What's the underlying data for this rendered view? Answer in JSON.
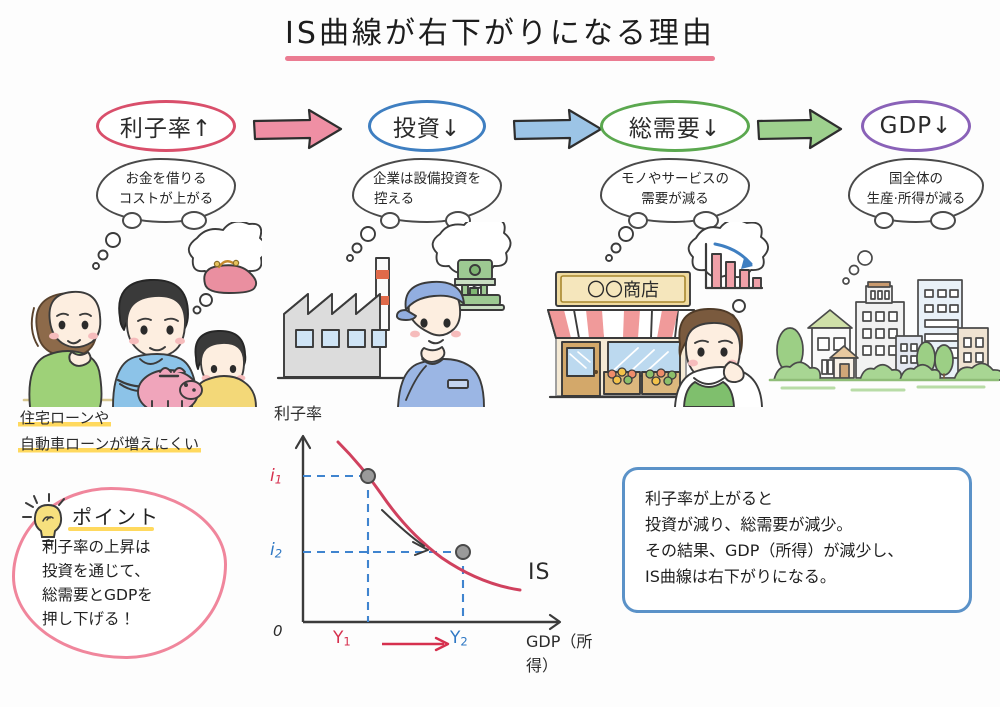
{
  "page": {
    "title": "IS曲線が右下がりになる理由",
    "background_color": "#fdfdfd",
    "title_underline_color": "#e8657f"
  },
  "flow": {
    "steps": [
      {
        "label": "利子率↑",
        "color": "#d94f6b",
        "caption_line1": "お金を借りる",
        "caption_line2": "コストが上がる",
        "illustration": "worried-family-with-wallet-thought"
      },
      {
        "label": "投資↓",
        "color": "#3f7fc1",
        "caption_line1": "企業は設備投資を",
        "caption_line2": "控える",
        "illustration": "factory-and-worker-with-machine-thought"
      },
      {
        "label": "総需要↓",
        "color": "#5ba84f",
        "caption_line1": "モノやサービスの",
        "caption_line2": "需要が減る",
        "illustration": "shop-and-owner-with-declining-chart-thought"
      },
      {
        "label": "GDP↓",
        "color": "#8a62b8",
        "caption_line1": "国全体の",
        "caption_line2": "生産·所得が減る",
        "illustration": "cityscape-houses-buildings-trees"
      }
    ],
    "arrows": [
      {
        "color": "#e8849b"
      },
      {
        "color": "#8db9e0"
      },
      {
        "color": "#86c178"
      }
    ]
  },
  "shop_sign": "〇〇商店",
  "loan_note": {
    "line1": "住宅ローンや",
    "line2": "自動車ローンが増えにくい",
    "highlight_color": "#ffd95e"
  },
  "point_cloud": {
    "icon": "lightbulb-icon",
    "heading": "ポイント",
    "heading_underline_color": "#ffd95e",
    "border_color": "#f0869c",
    "line1": "利子率の上昇は",
    "line2": "投資を通じて、",
    "line3": "総需要とGDPを",
    "line4": "押し下げる！"
  },
  "summary": {
    "border_color": "#5b92c8",
    "line1": "利子率が上がると",
    "line2": "投資が減り、総需要が減少。",
    "line3": "その結果、GDP（所得）が減少し、",
    "line4": "IS曲線は右下がりになる。"
  },
  "chart_data": {
    "type": "line",
    "title": "",
    "curve_name": "IS",
    "ylabel": "利子率",
    "xlabel": "GDP（所得）",
    "origin_label": "0",
    "curve_color": "#d0415e",
    "guide_color": "#3f84cf",
    "point_color": "#6e6e6e",
    "grid": false,
    "legend": "none",
    "xlim": [
      0,
      10
    ],
    "ylim": [
      0,
      10
    ],
    "x": [
      1.0,
      1.6,
      2.4,
      3.4,
      4.6,
      6.0,
      7.4,
      8.8
    ],
    "y": [
      9.2,
      7.6,
      6.3,
      5.3,
      4.5,
      3.9,
      3.4,
      3.0
    ],
    "points": [
      {
        "name": "point-1",
        "x_tick": "Y1",
        "y_tick": "i1",
        "x": 2.4,
        "y": 6.3,
        "x_color": "#d6304e",
        "y_color": "#d6304e"
      },
      {
        "name": "point-2",
        "x_tick": "Y2",
        "y_tick": "i2",
        "x": 6.0,
        "y": 3.9,
        "x_color": "#2f78c4",
        "y_color": "#2f78c4"
      }
    ],
    "tick_labels": {
      "y1": "i",
      "y1_sub": "1",
      "y2": "i",
      "y2_sub": "2",
      "x1": "Y",
      "x1_sub": "1",
      "x2": "Y",
      "x2_sub": "2"
    },
    "annotations": [
      {
        "name": "movement-arrow-on-curve",
        "text": "",
        "from": [
          3.2,
          5.6
        ],
        "to": [
          5.4,
          4.2
        ]
      },
      {
        "name": "x-shift-arrow",
        "text": "",
        "color": "#d6304e"
      }
    ]
  }
}
